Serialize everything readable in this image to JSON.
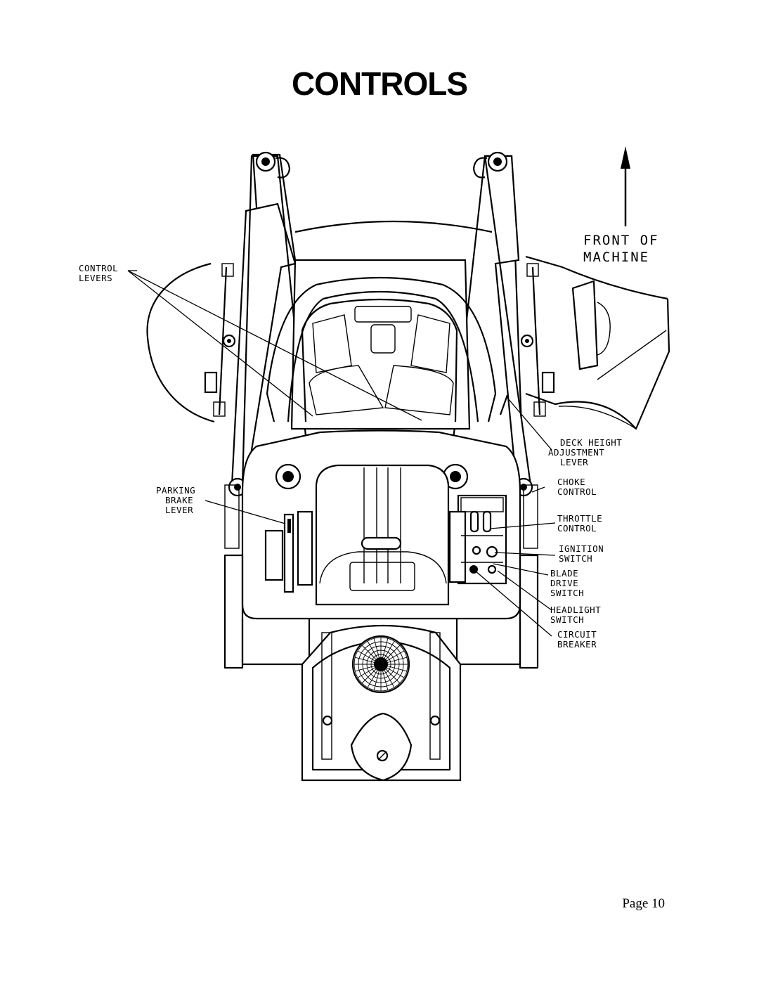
{
  "page": {
    "title": "CONTROLS",
    "page_number": "Page 10"
  },
  "diagram": {
    "front_label": [
      "FRONT OF",
      "MACHINE"
    ],
    "labels": [
      {
        "id": "control-levers",
        "lines": [
          "CONTROL",
          "LEVERS"
        ]
      },
      {
        "id": "parking-brake-lever",
        "lines": [
          "PARKING",
          "BRAKE",
          "LEVER"
        ]
      },
      {
        "id": "deck-height-adjustment-lever",
        "lines": [
          "DECK HEIGHT",
          "ADJUSTMENT",
          "LEVER"
        ]
      },
      {
        "id": "choke-control",
        "lines": [
          "CHOKE",
          "CONTROL"
        ]
      },
      {
        "id": "throttle-control",
        "lines": [
          "THROTTLE",
          "CONTROL"
        ]
      },
      {
        "id": "ignition-switch",
        "lines": [
          "IGNITION",
          "SWITCH"
        ]
      },
      {
        "id": "blade-drive-switch",
        "lines": [
          "BLADE",
          "DRIVE",
          "SWITCH"
        ]
      },
      {
        "id": "headlight-switch",
        "lines": [
          "HEADLIGHT",
          "SWITCH"
        ]
      },
      {
        "id": "circuit-breaker",
        "lines": [
          "CIRCUIT",
          "BREAKER"
        ]
      }
    ]
  }
}
